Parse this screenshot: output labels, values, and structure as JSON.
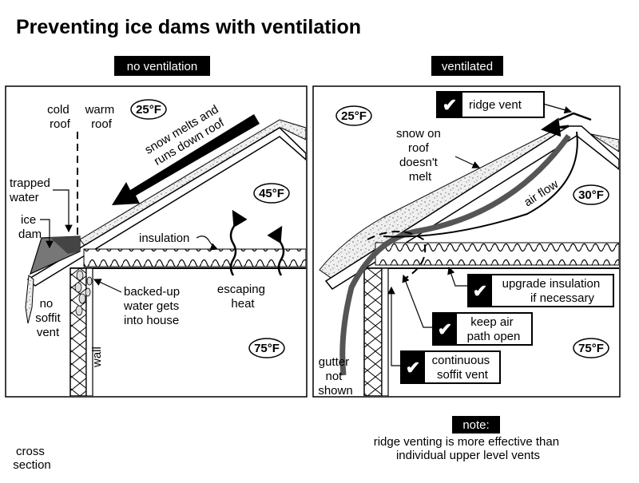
{
  "title": "Preventing ice dams with ventilation",
  "left_panel": {
    "header": "no ventilation",
    "temp_outside": "25°F",
    "temp_attic": "45°F",
    "temp_inside": "75°F",
    "cold_roof": [
      "cold",
      "roof"
    ],
    "warm_roof": [
      "warm",
      "roof"
    ],
    "snow_melts": [
      "snow melts and",
      "runs down roof"
    ],
    "trapped_water": [
      "trapped",
      "water"
    ],
    "ice_dam": [
      "ice",
      "dam"
    ],
    "insulation": "insulation",
    "backed_up": [
      "backed-up",
      "water gets",
      "into house"
    ],
    "escaping_heat": [
      "escaping",
      "heat"
    ],
    "no_soffit_vent": [
      "no",
      "soffit",
      "vent"
    ],
    "wall": "wall"
  },
  "right_panel": {
    "header": "ventilated",
    "temp_outside": "25°F",
    "temp_attic": "30°F",
    "temp_inside": "75°F",
    "ridge_vent": "ridge vent",
    "snow_on_roof": [
      "snow on",
      "roof",
      "doesn't",
      "melt"
    ],
    "air_flow": "air flow",
    "upgrade_insulation": [
      "upgrade insulation",
      "if necessary"
    ],
    "keep_air_path": [
      "keep air",
      "path open"
    ],
    "soffit_vent": [
      "continuous",
      "soffit vent"
    ],
    "gutter": [
      "gutter",
      "not",
      "shown"
    ],
    "checkmark": "✔"
  },
  "note_header": "note:",
  "note_text": [
    "ridge venting is more effective than",
    "individual upper level vents"
  ],
  "cross_section": [
    "cross",
    "section"
  ]
}
